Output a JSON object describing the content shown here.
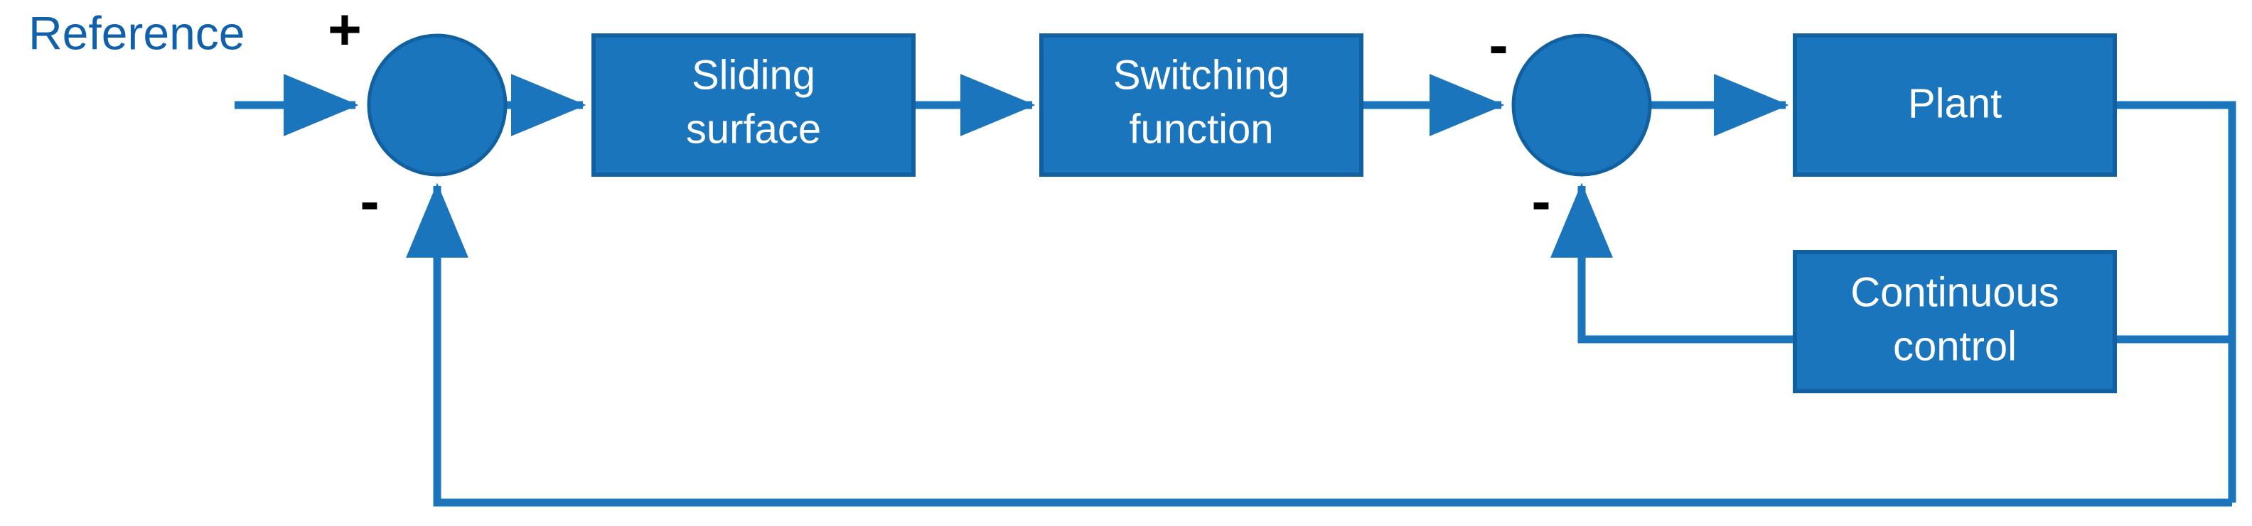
{
  "diagram": {
    "title": "Sliding mode control block diagram",
    "colors": {
      "block_fill": "#1B75BC",
      "block_stroke": "#1160A0",
      "line": "#1B75BC",
      "label_text": "#FFFFFF",
      "reference_text": "#1060AC",
      "sign_text": "#000000",
      "background": "#FFFFFF"
    },
    "input": {
      "label": "Reference"
    },
    "summing_junctions": [
      {
        "id": "sum-1",
        "name": "first-summing-junction",
        "signs": {
          "top": "+",
          "bottom": "-"
        }
      },
      {
        "id": "sum-2",
        "name": "second-summing-junction",
        "signs": {
          "top": "-",
          "bottom": "-"
        }
      }
    ],
    "blocks": [
      {
        "id": "sliding-surface",
        "line1": "Sliding",
        "line2": "surface"
      },
      {
        "id": "switching-function",
        "line1": "Switching",
        "line2": "function"
      },
      {
        "id": "plant",
        "line1": "Plant",
        "line2": ""
      },
      {
        "id": "continuous-control",
        "line1": "Continuous",
        "line2": "control"
      }
    ],
    "signals": [
      {
        "id": "reference-to-sum1",
        "from": "Reference",
        "to": "first-summing-junction"
      },
      {
        "id": "sum1-to-sliding-surface",
        "from": "first-summing-junction",
        "to": "sliding-surface"
      },
      {
        "id": "sliding-to-switching",
        "from": "sliding-surface",
        "to": "switching-function"
      },
      {
        "id": "switching-to-sum2",
        "from": "switching-function",
        "to": "second-summing-junction"
      },
      {
        "id": "sum2-to-plant",
        "from": "second-summing-junction",
        "to": "plant"
      },
      {
        "id": "plant-output-bus",
        "from": "plant",
        "to": "output-bus"
      },
      {
        "id": "continuous-control-output",
        "from": "continuous-control",
        "to": "output-bus"
      },
      {
        "id": "inner-feedback",
        "from": "continuous-control",
        "to": "second-summing-junction"
      },
      {
        "id": "outer-feedback",
        "from": "output-bus",
        "to": "first-summing-junction"
      }
    ]
  }
}
